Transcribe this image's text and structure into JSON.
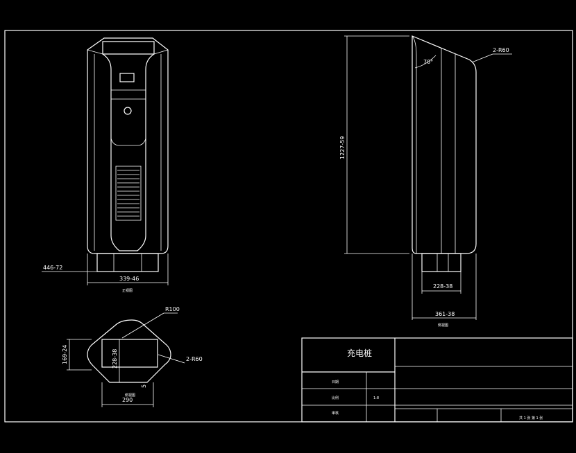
{
  "drawing": {
    "front": {
      "dim_left": "446-72",
      "dim_width": "339-46",
      "view_label": "正视图"
    },
    "side": {
      "dim_height": "1227-59",
      "dim_angle": "70°",
      "dim_radius": "2-R60",
      "dim_base": "228-38",
      "dim_depth": "361-38",
      "view_label": "侧视图"
    },
    "top": {
      "dim_r": "R100",
      "dim_radius": "2-R60",
      "dim_height_left": "169-24",
      "dim_inner": "228-38",
      "dim_small": "5",
      "dim_width": "290",
      "view_label": "俯视图"
    }
  },
  "title_block": {
    "name": "充电桩",
    "row1": "日期",
    "row2": "比例",
    "row2_value": "1:8",
    "row3": "审核",
    "sheet": "共 1 张 第 1 张"
  }
}
